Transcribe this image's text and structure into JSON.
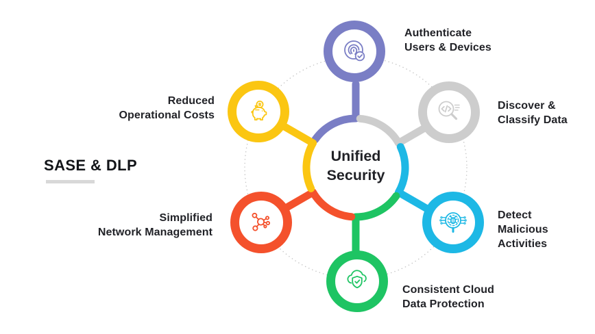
{
  "title": {
    "text": "SASE & DLP"
  },
  "center": {
    "label": "Unified Security",
    "lines": [
      "Unified",
      "Security"
    ]
  },
  "items": [
    {
      "id": "authenticate",
      "label": "Authenticate Users & Devices",
      "lines": [
        "Authenticate",
        "Users & Devices"
      ],
      "color": "#7a7ec5",
      "icon": "fingerprint-check-icon"
    },
    {
      "id": "discover",
      "label": "Discover & Classify Data",
      "lines": [
        "Discover &",
        "Classify Data"
      ],
      "color": "#cdcdcd",
      "icon": "code-search-icon"
    },
    {
      "id": "detect",
      "label": "Detect Malicious Activities",
      "lines": [
        "Detect",
        "Malicious",
        "Activities"
      ],
      "color": "#1db8e5",
      "icon": "malware-scan-icon"
    },
    {
      "id": "consistent",
      "label": "Consistent Cloud Data Protection",
      "lines": [
        "Consistent Cloud",
        "Data Protection"
      ],
      "color": "#1ec463",
      "icon": "cloud-shield-check-icon"
    },
    {
      "id": "simplified",
      "label": "Simplified Network Management",
      "lines": [
        "Simplified",
        "Network Management"
      ],
      "color": "#f4512c",
      "icon": "network-nodes-icon"
    },
    {
      "id": "reduced",
      "label": "Reduced Operational Costs",
      "lines": [
        "Reduced",
        "Operational Costs"
      ],
      "color": "#fbc612",
      "icon": "piggy-bank-icon"
    }
  ],
  "colors": {
    "text": "#212227",
    "dashed_ring": "#c6c6c6",
    "underline": "#d8d8d8",
    "background": "#ffffff"
  }
}
